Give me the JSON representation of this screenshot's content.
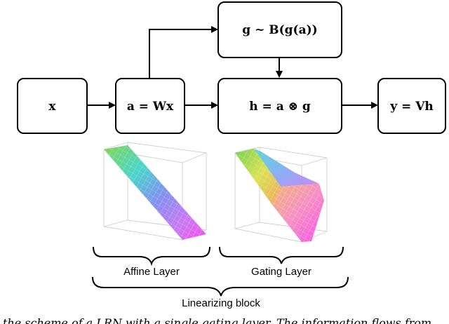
{
  "nodes": {
    "x": "x",
    "a": "a = Wx",
    "g": "g ~ B(g(a))",
    "h": "h = a ⊗ g",
    "y": "y = Vh"
  },
  "labels": {
    "affine": "Affine Layer",
    "gating": "Gating Layer",
    "block": "Linearizing block"
  },
  "caption": "the scheme of a LRN with a single gating layer. The information flows from"
}
